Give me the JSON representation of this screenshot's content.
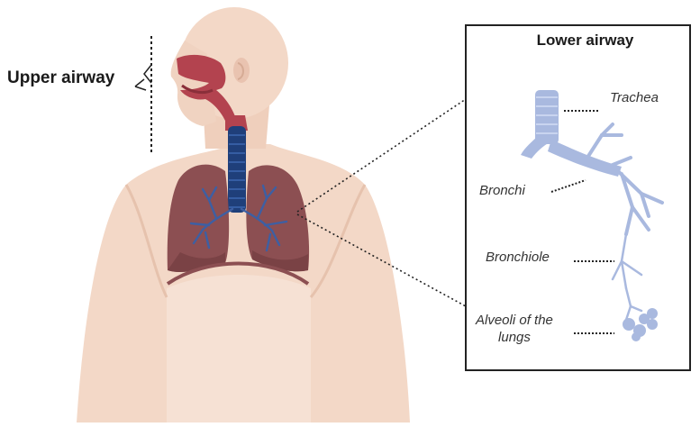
{
  "labels": {
    "upper_airway": "Upper airway",
    "lower_airway_title": "Lower airway",
    "trachea": "Trachea",
    "bronchi": "Bronchi",
    "bronchiole": "Bronchiole",
    "alveoli_line1": "Alveoli of the",
    "alveoli_line2": "lungs"
  },
  "colors": {
    "skin": "#f3d8c7",
    "skin_shadow": "#e6c2ad",
    "airway_red": "#b3434f",
    "lung": "#8c4f52",
    "trachea_dark": "#1f3f7a",
    "lower_airway_blue": "#a9b9df",
    "inset_border": "#222222"
  }
}
